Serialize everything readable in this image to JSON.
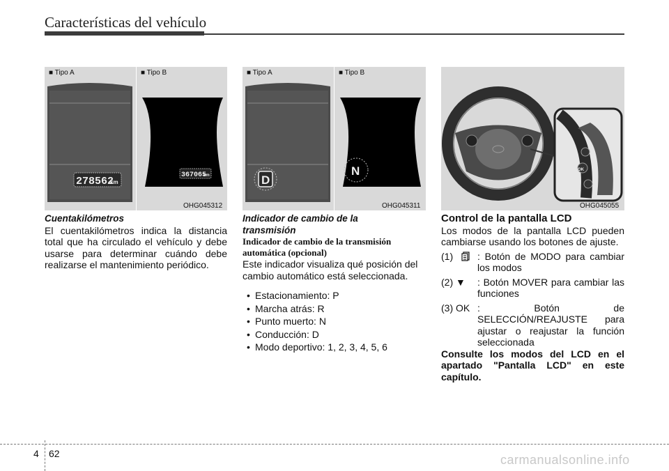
{
  "header": {
    "title": "Características del vehículo"
  },
  "figures": [
    {
      "panels": [
        {
          "label": "■ Tipo A",
          "odometer": "278562",
          "unit": "km"
        },
        {
          "label": "■ Tipo B",
          "odometer": "367065",
          "unit": "km"
        }
      ],
      "code": "OHG045312"
    },
    {
      "panels": [
        {
          "label": "■ Tipo A",
          "gear": "D"
        },
        {
          "label": "■ Tipo B",
          "gear": "N"
        }
      ],
      "code": "OHG045311"
    },
    {
      "code": "OHG045055",
      "switch_label": "OK"
    }
  ],
  "col1": {
    "title": "Cuentakilómetros",
    "body": "El cuentakilómetros indica la distancia total que ha circulado el vehículo y debe usarse para determinar cuándo debe realizarse el mantenimiento periódico."
  },
  "col2": {
    "title": "Indicador de cambio de la transmisión",
    "subtitle": "Indicador de cambio de la transmisión automática (opcional)",
    "body": "Este indicador visualiza qué posición del cambio automático está seleccionada.",
    "items": [
      "Estacionamiento: P",
      "Marcha atrás: R",
      "Punto muerto: N",
      "Conducción: D",
      "Modo deportivo: 1, 2, 3, 4, 5, 6"
    ]
  },
  "col3": {
    "title": "Control de la pantalla LCD",
    "intro": "Los modos de la pantalla LCD pueden cambiarse usando los botones de ajuste.",
    "items": [
      {
        "num": "(1)",
        "text": ": Botón de MODO para cambiar los modos"
      },
      {
        "num": "(2) ▼",
        "text": ": Botón MOVER para cambiar las funciones"
      },
      {
        "num": "(3) OK",
        "text": ": Botón de SELECCIÓN/REAJUSTE para ajustar o reajustar la función seleccionada"
      }
    ],
    "consult": "Consulte los modos del LCD en el apartado \"Pantalla LCD\" en este capítulo."
  },
  "footer": {
    "chapter": "4",
    "page": "62",
    "watermark": "carmanualsonline.info"
  }
}
